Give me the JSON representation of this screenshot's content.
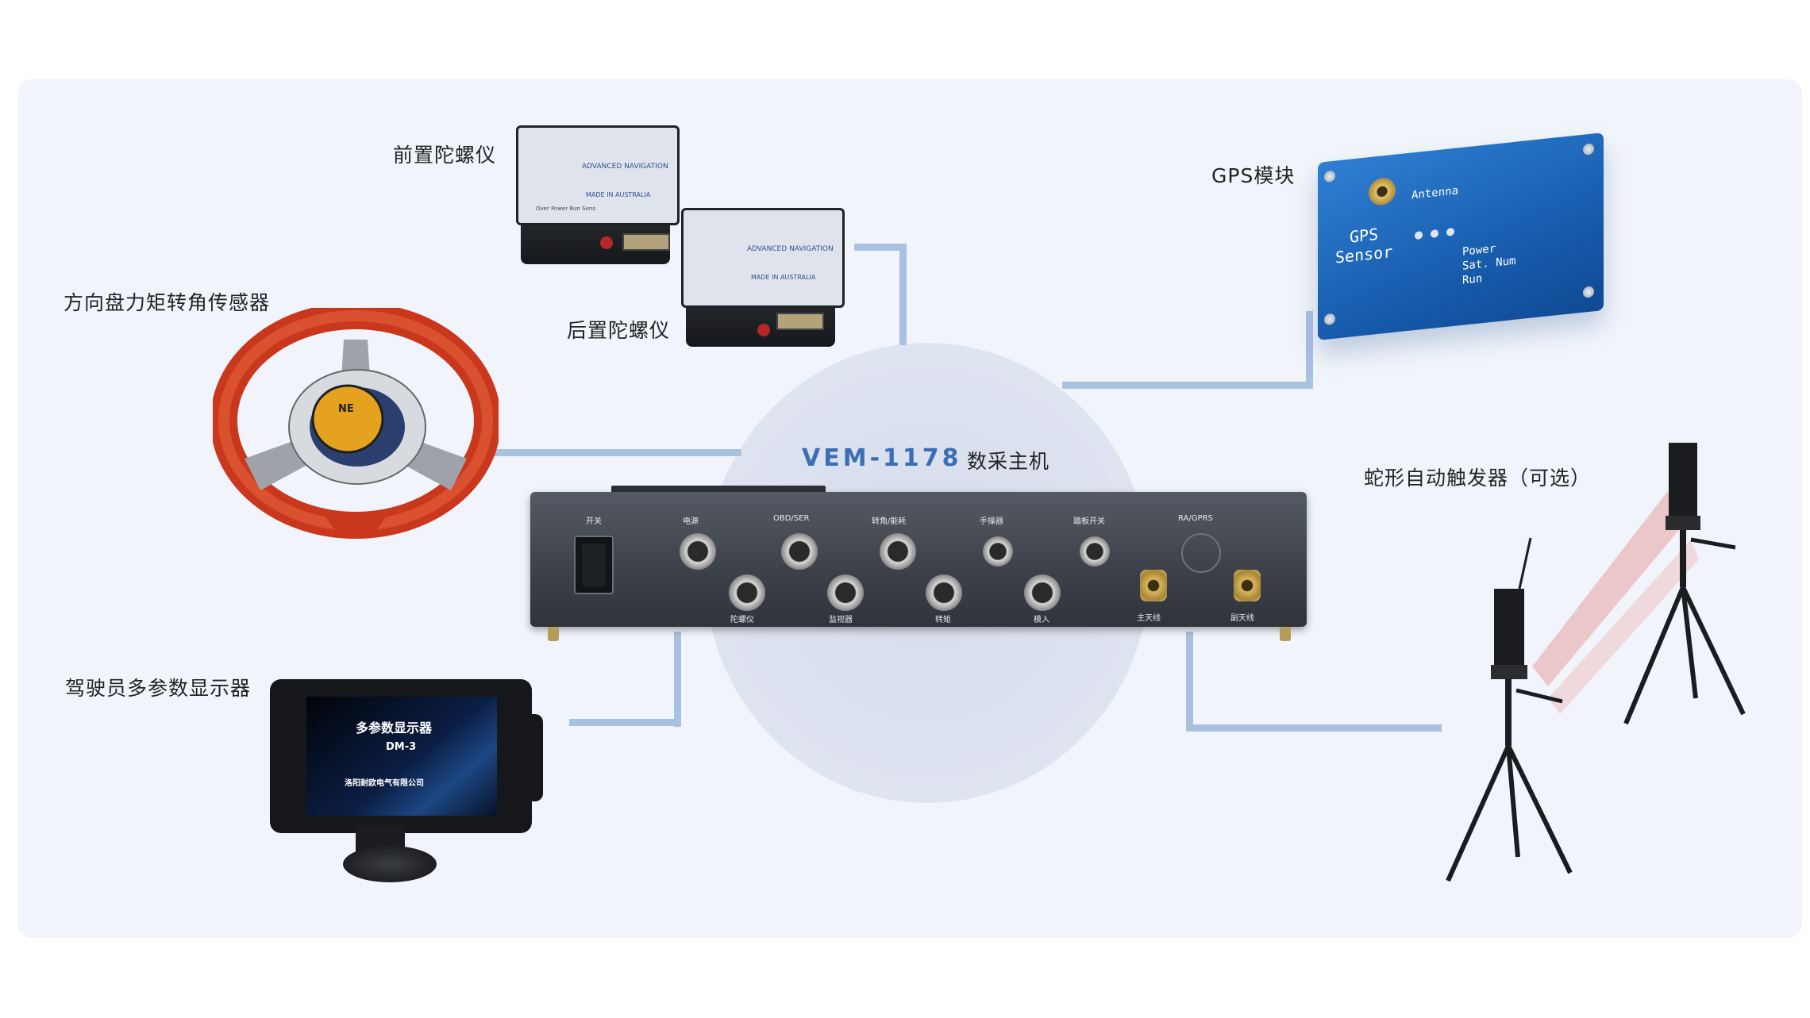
{
  "nodes": {
    "front_gyro": "前置陀螺仪",
    "rear_gyro": "后置陀螺仪",
    "gps": "GPS模块",
    "steering": "方向盘力矩转角传感器",
    "display": "驾驶员多参数显示器",
    "trigger": "蛇形自动触发器（可选）"
  },
  "main_unit": {
    "model": "VEM-1178",
    "name": "数采主机",
    "ports_top": [
      "开关",
      "电源",
      "OBD/SER",
      "转角/能耗",
      "手操器",
      "踏板开关",
      "RA/GPRS"
    ],
    "ports_bottom": [
      "陀螺仪",
      "监视器",
      "转矩",
      "模入",
      "主天线",
      "副天线"
    ]
  },
  "gyro_device": {
    "brand": "ADVANCED NAVIGATION",
    "origin": "MADE IN AUSTRALIA",
    "ports": [
      "Over",
      "Power",
      "Run",
      "Sens"
    ]
  },
  "gps_device": {
    "antenna": "Antenna",
    "title_line1": "GPS",
    "title_line2": "Sensor",
    "led_power": "Power",
    "led_sat": "Sat. Num",
    "led_run": "Run"
  },
  "steering_device": {
    "badge": "NE"
  },
  "display_device": {
    "line1": "多参数显示器",
    "line2": "DM-3",
    "line3": "洛阳耐欧电气有限公司"
  },
  "colors": {
    "panel_bg": "#f1f5fb",
    "connector": "#aac2e2",
    "model_text": "#3b6fb5",
    "unit_body": "#3c4149",
    "gps_body": "#1558a8",
    "wheel_rim": "#d2452a"
  }
}
